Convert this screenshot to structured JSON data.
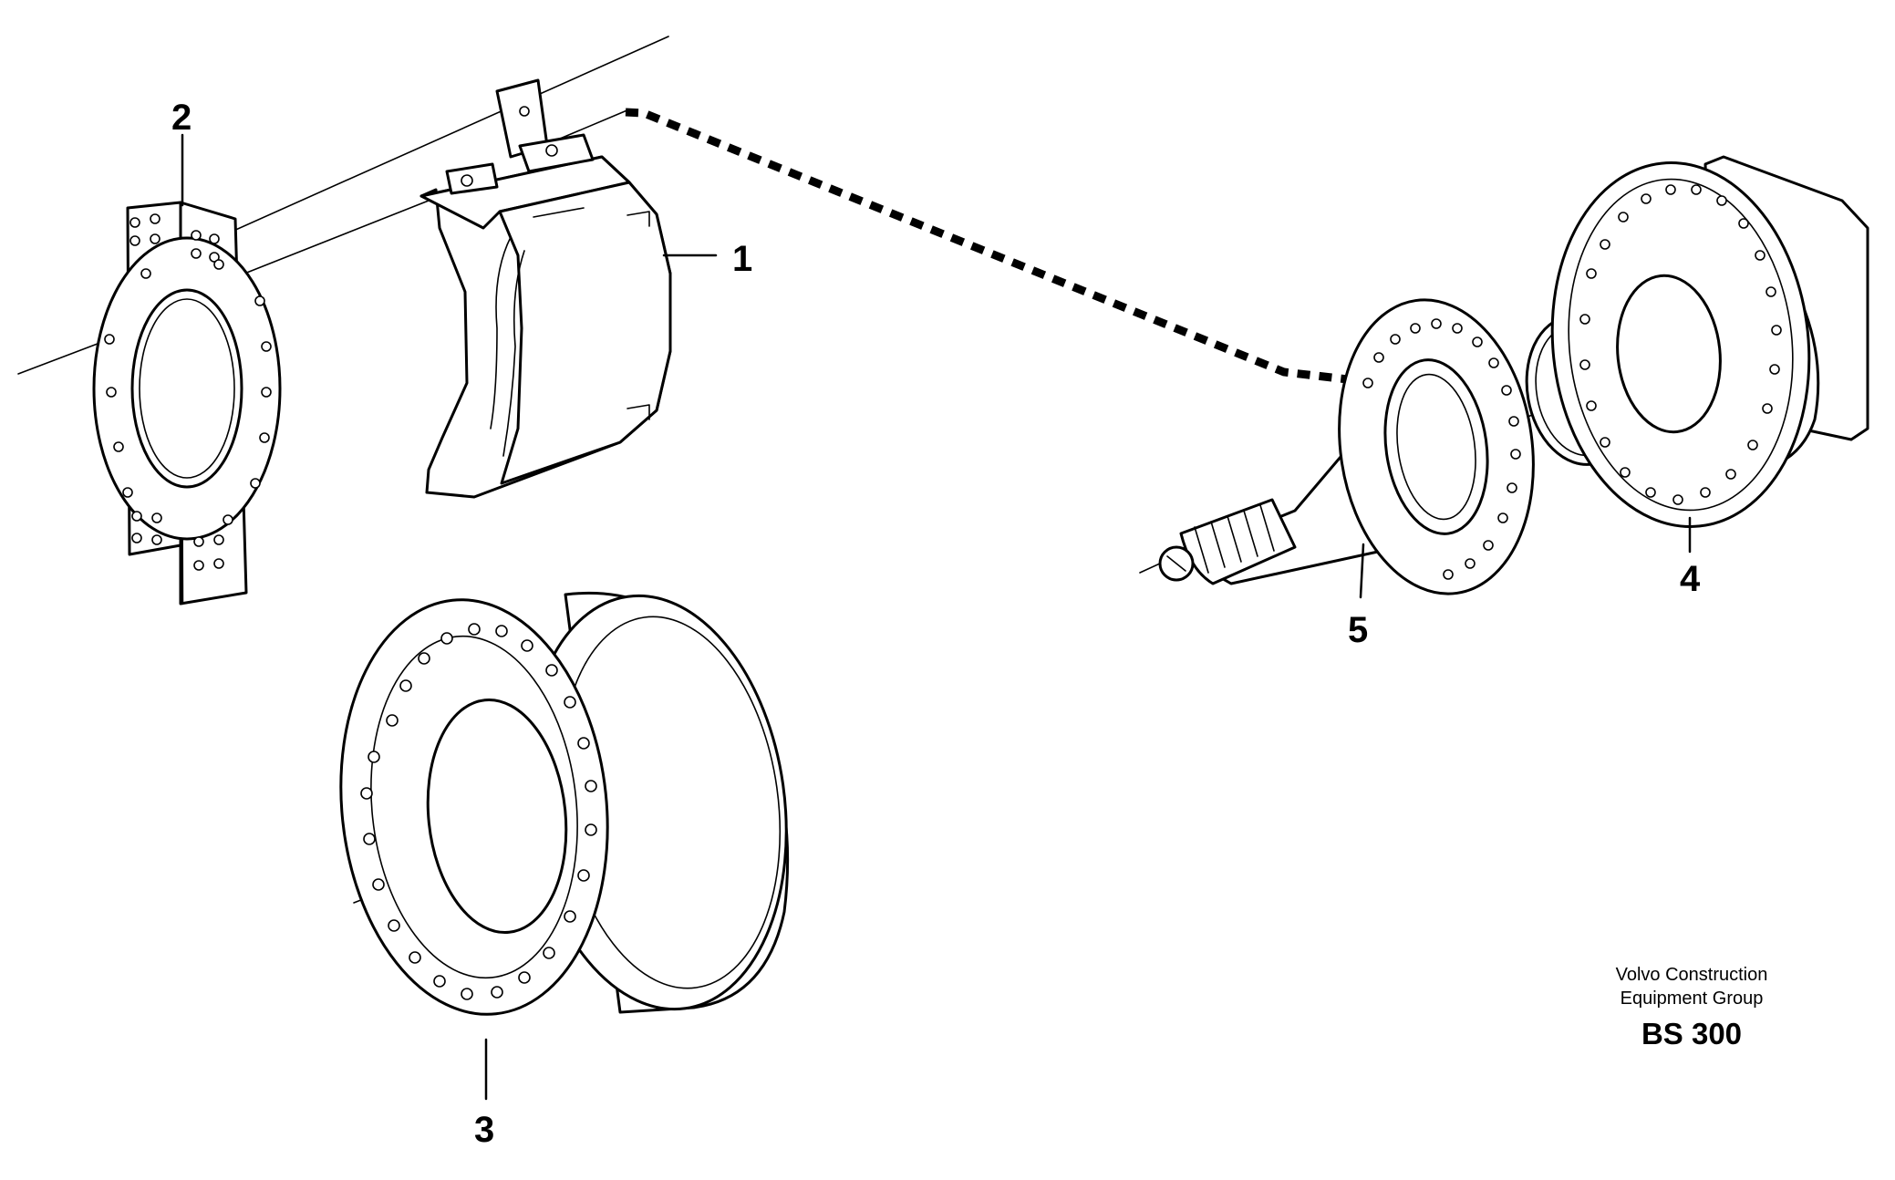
{
  "callouts": {
    "c1": "1",
    "c2": "2",
    "c3": "3",
    "c4": "4",
    "c5": "5"
  },
  "footer": {
    "brand_line1": "Volvo Construction",
    "brand_line2": "Equipment Group",
    "code": "BS 300"
  },
  "colors": {
    "line": "#000000",
    "background": "#ffffff"
  }
}
